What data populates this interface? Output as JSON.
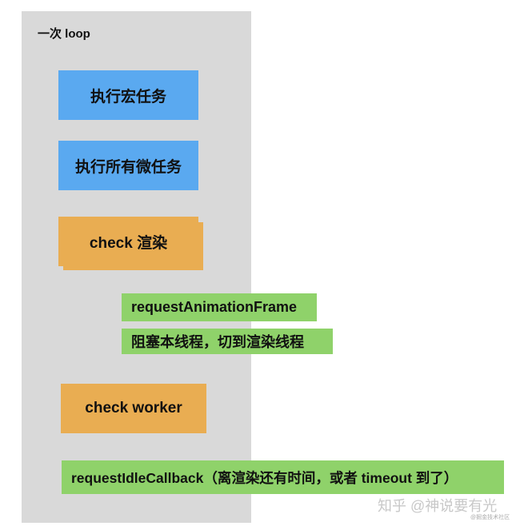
{
  "loop": {
    "title": "一次 loop"
  },
  "steps": {
    "macro_task": "执行宏任务",
    "micro_tasks": "执行所有微任务",
    "check_render": "check 渲染",
    "raf": "requestAnimationFrame",
    "block_thread": "阻塞本线程，切到渲染线程",
    "check_worker": "check worker",
    "idle_callback": "requestIdleCallback（离渲染还有时间，或者 timeout 到了）"
  },
  "watermark": {
    "text": "知乎 @神说要有光",
    "subtext": "@掘金技术社区"
  },
  "colors": {
    "panel": "#d9d9d9",
    "blue": "#5aa9f0",
    "orange": "#e9ad52",
    "green": "#8fd26a"
  }
}
